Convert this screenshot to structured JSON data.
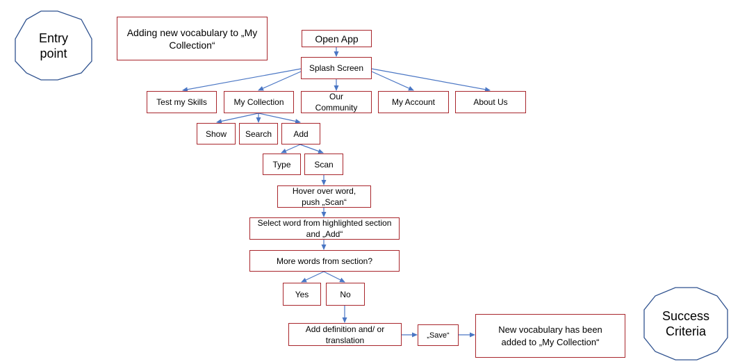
{
  "badges": {
    "entry": "Entry\npoint",
    "success": "Success\nCriteria"
  },
  "title": "Adding new vocabulary to „My\nCollection“",
  "nodes": {
    "open_app": "Open App",
    "splash": "Splash Screen",
    "test_skills": "Test my Skills",
    "my_collection": "My Collection",
    "our_community": "Our\nCommunity",
    "my_account": "My Account",
    "about_us": "About Us",
    "show": "Show",
    "search": "Search",
    "add": "Add",
    "type": "Type",
    "scan": "Scan",
    "hover": "Hover over word,\npush „Scan“",
    "select_word": "Select word from highlighted section\nand „Add“",
    "more_words": "More words from section?",
    "yes": "Yes",
    "no": "No",
    "add_definition": "Add definition and/ or\ntranslation",
    "save": "„Save“",
    "result": "New vocabulary has been\nadded to „My Collection“"
  },
  "colors": {
    "box_border": "#a8252b",
    "arrow": "#4a76c4",
    "octagon_border": "#2f528f"
  }
}
